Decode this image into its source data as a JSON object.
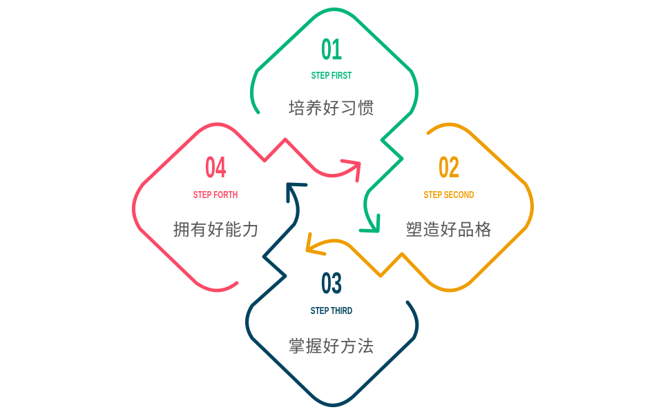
{
  "colors": {
    "step1": "#00b57a",
    "step2": "#ef9d00",
    "step3": "#00435f",
    "step4": "#fb4a66",
    "text": "#555555"
  },
  "steps": [
    {
      "number": "01",
      "label": "STEP FIRST",
      "text": "培养好习惯"
    },
    {
      "number": "02",
      "label": "STEP SECOND",
      "text": "塑造好品格"
    },
    {
      "number": "03",
      "label": "STEP THIRD",
      "text": "掌握好方法"
    },
    {
      "number": "04",
      "label": "STEP FORTH",
      "text": "拥有好能力"
    }
  ]
}
